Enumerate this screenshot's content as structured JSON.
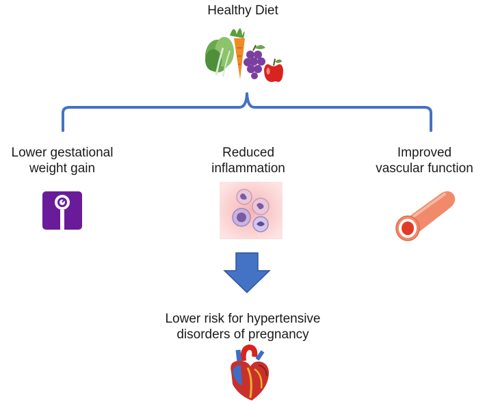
{
  "diagram": {
    "title": "Healthy Diet",
    "benefits": [
      {
        "line1": "Lower gestational",
        "line2": "weight gain",
        "icon": "scale-icon"
      },
      {
        "line1": "Reduced",
        "line2": "inflammation",
        "icon": "inflammatory-cells-icon"
      },
      {
        "line1": "Improved",
        "line2": "vascular function",
        "icon": "blood-vessel-icon"
      }
    ],
    "outcome": {
      "line1": "Lower risk for hypertensive",
      "line2": "disorders of pregnancy",
      "icon": "heart-icon"
    },
    "colors": {
      "bracket": "#4472c4",
      "arrow": "#4472c4",
      "scale": "#6a1b9a",
      "vessel": "#f08a6a"
    }
  }
}
